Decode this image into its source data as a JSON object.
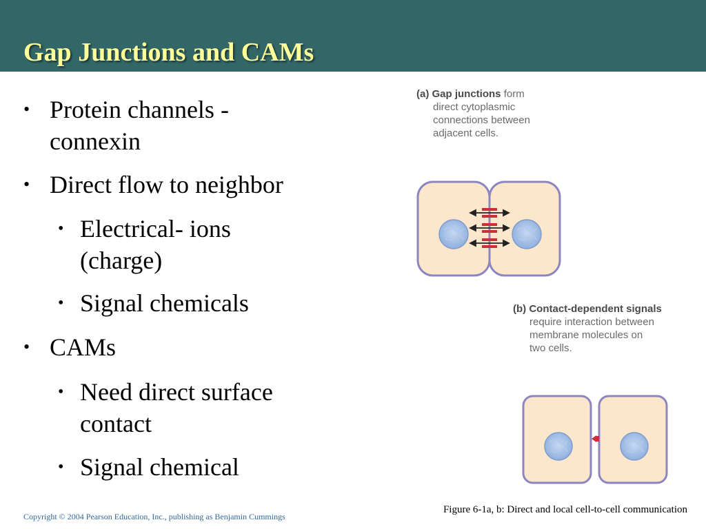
{
  "slide": {
    "title": "Gap Junctions and CAMs",
    "bullets": [
      {
        "level": 1,
        "lines": [
          "Protein channels -",
          "connexin"
        ]
      },
      {
        "level": 1,
        "lines": [
          "Direct flow to neighbor"
        ]
      },
      {
        "level": 2,
        "lines": [
          "Electrical- ions",
          "(charge)"
        ]
      },
      {
        "level": 2,
        "lines": [
          "Signal chemicals"
        ]
      },
      {
        "level": 1,
        "lines": [
          "CAMs"
        ]
      },
      {
        "level": 2,
        "lines": [
          "Need direct surface",
          "contact"
        ]
      },
      {
        "level": 2,
        "lines": [
          "Signal chemical"
        ]
      }
    ],
    "bullet_glyph": "•"
  },
  "figure": {
    "panel_a": {
      "label": "(a) Gap junctions",
      "text_first": "form",
      "lines": [
        "direct cytoplasmic",
        "connections between",
        "adjacent cells."
      ]
    },
    "panel_b": {
      "label": "(b) Contact-dependent signals",
      "lines": [
        "require interaction between",
        "membrane molecules on",
        "two cells."
      ]
    },
    "caption": "Figure 6-1a, b: Direct and local cell-to-cell communication"
  },
  "footer": {
    "copyright": "Copyright © 2004 Pearson Education, Inc., publishing as Benjamin Cummings"
  },
  "colors": {
    "header": "#336666",
    "title": "#ffff99",
    "cell_fill": "#fde7cc",
    "cell_border": "#8c86c0",
    "nucleus": "#9ab6e0",
    "junction": "#c8313a"
  }
}
